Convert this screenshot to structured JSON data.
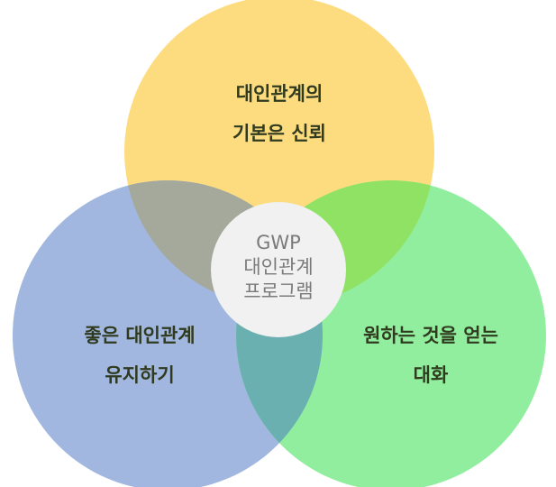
{
  "diagram": {
    "top_circle": {
      "line1": "대인관계의",
      "line2": "기본은 신뢰",
      "color": "#fddc80"
    },
    "left_circle": {
      "line1": "좋은 대인관계",
      "line2": "유지하기",
      "color": "#a1b7e0"
    },
    "right_circle": {
      "line1": "원하는 것을 얻는",
      "line2": "대화",
      "color": "#92ee9f"
    },
    "center": {
      "line1": "GWP",
      "line2": "대인관계",
      "line3": "프로그램",
      "color": "#f1f1f1"
    },
    "overlap_colors": {
      "top_left": "#a4a99b",
      "top_right": "#8fe264",
      "left_right": "#6bb0b0"
    }
  }
}
